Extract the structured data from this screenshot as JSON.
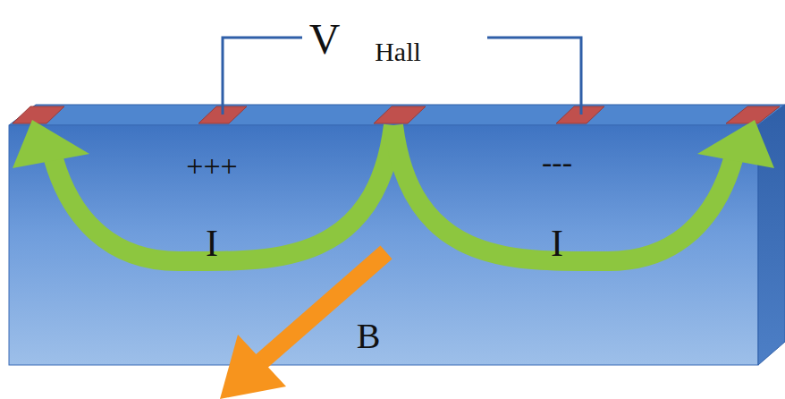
{
  "diagram": {
    "labels": [
      "V",
      "Hall",
      "+++",
      "---",
      "I",
      "I",
      "B"
    ]
  }
}
